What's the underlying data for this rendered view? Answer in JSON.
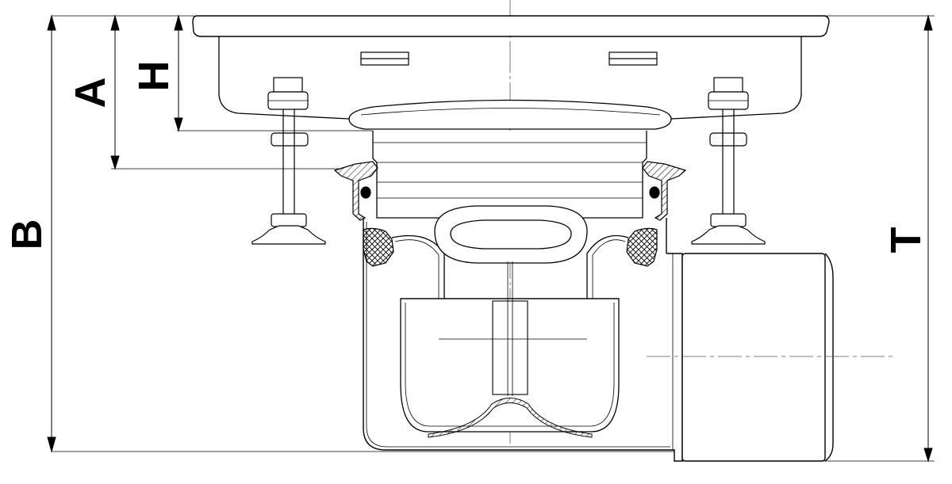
{
  "drawing": {
    "dimensions": {
      "a": "A",
      "h": "H",
      "b": "B",
      "t": "T"
    }
  }
}
